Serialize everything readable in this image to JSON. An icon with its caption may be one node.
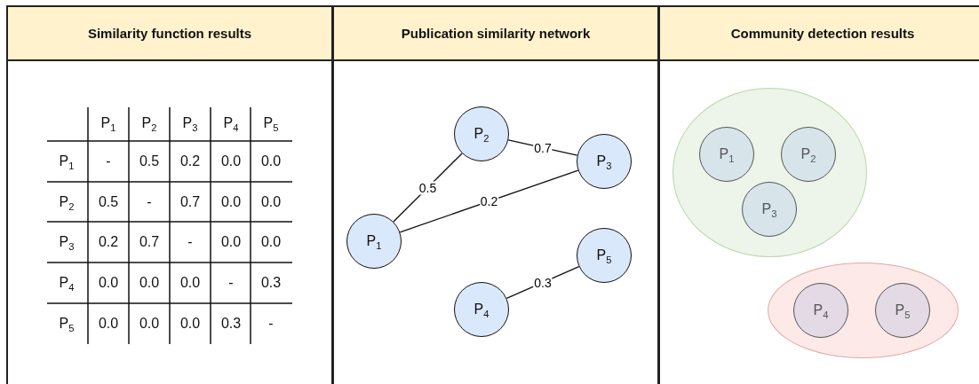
{
  "diagram": {
    "nodes": [
      {
        "text": [
          "Similarity function results"
        ]
      },
      {
        "text": [
          "Publication similarity network"
        ]
      },
      {
        "text": [
          "P$_{1}$"
        ],
        "in": 1
      },
      {
        "text": [
          "P$_{2}$"
        ],
        "in": 1
      },
      {
        "text": [
          "P$_{3}$"
        ],
        "in": 1
      },
      {
        "text": [
          "P$_{4}$"
        ],
        "in": 1
      },
      {
        "text": [
          "P$_{5}$"
        ],
        "in": 1
      },
      {
        "text": [
          "Community detection results"
        ]
      },
      {
        "text": [],
        "shape": "ellipse",
        "in": 7
      },
      {
        "text": [
          "P$_{1}$"
        ],
        "in": 8
      },
      {
        "text": [
          "P$_{2}$"
        ],
        "in": 8
      },
      {
        "text": [
          "P$_{3}$"
        ],
        "in": 8
      },
      {
        "text": [],
        "shape": "ellipse",
        "in": 7
      },
      {
        "text": [
          "P$_{4}$"
        ],
        "in": 12
      },
      {
        "text": [
          "P$_{5}$"
        ],
        "in": 12
      }
    ],
    "edges": [
      {
        "from": 2,
        "to": 3,
        "arrow": "none",
        "label": "0.5"
      },
      {
        "from": 3,
        "to": 4,
        "arrow": "none",
        "label": "0.7"
      },
      {
        "from": 2,
        "to": 4,
        "arrow": "none",
        "label": "0.2"
      },
      {
        "from": 5,
        "to": 6,
        "arrow": "none",
        "label": "0.3"
      }
    ],
    "labels": [
      "P$_{1}$",
      "P$_{2}$",
      "P$_{3}$",
      "P$_{4}$",
      "P$_{5}$",
      "P$_{1}$",
      "-",
      "0.5",
      "0.2",
      "0.0",
      "0.0",
      "P$_{2}$",
      "0.5",
      "-",
      "0.7",
      "0.0",
      "0.0",
      "P$_{3}$",
      "0.2",
      "0.7",
      "-",
      "0.0",
      "0.0",
      "P$_{4}$",
      "0.0",
      "0.0",
      "0.0",
      "-",
      "0.3",
      "P$_{5}$",
      "0.0",
      "0.0",
      "0.0",
      "0.3",
      "-"
    ]
  }
}
